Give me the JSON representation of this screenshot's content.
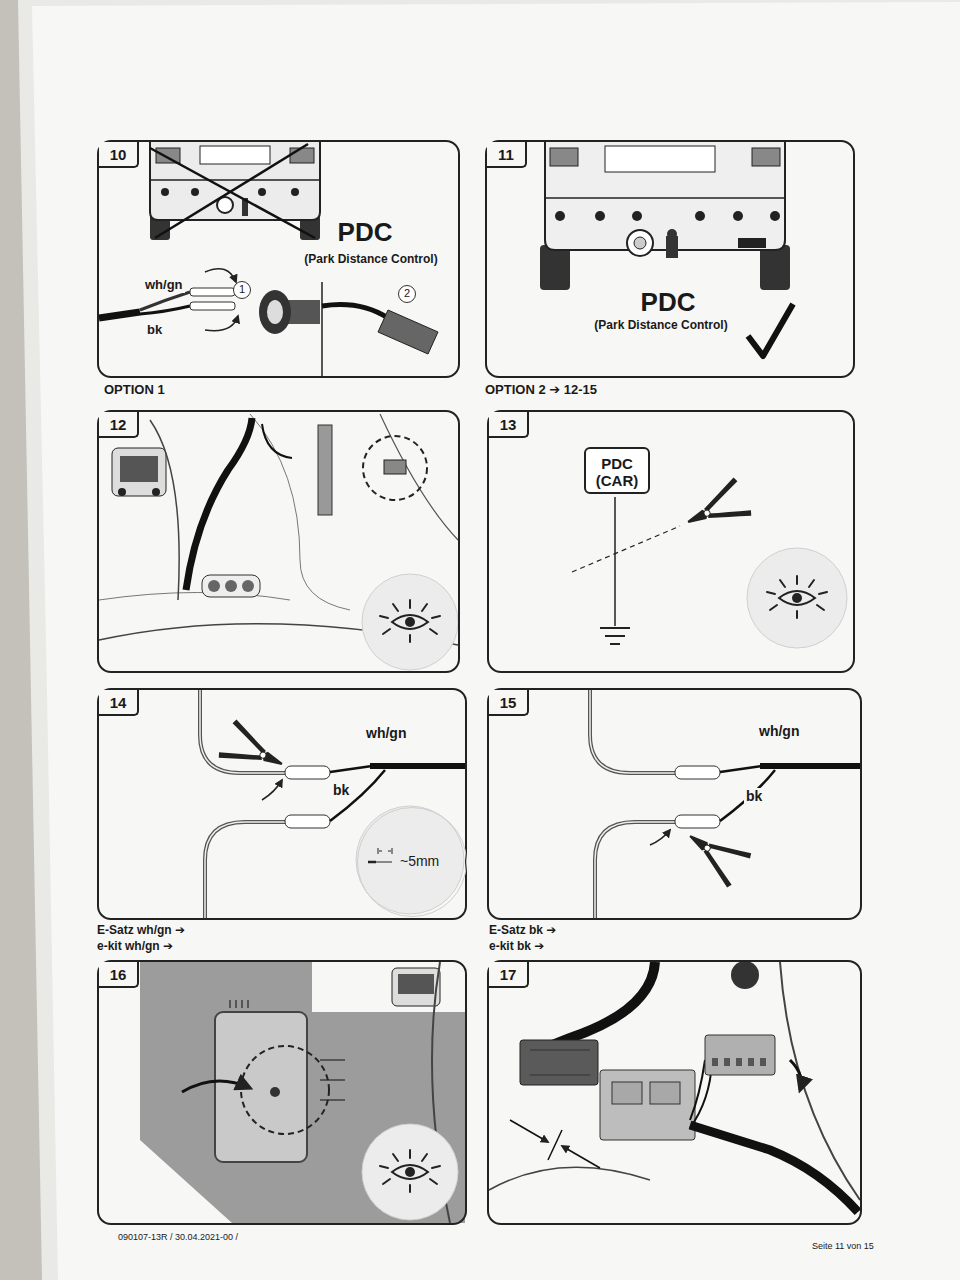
{
  "diagram": {
    "nodes": [
      {
        "text": [
          "10",
          "PDC",
          "(Park Distance Control)",
          "wh/gn",
          "bk"
        ]
      },
      {
        "text": [
          "1"
        ],
        "in": 0
      },
      {
        "text": [
          "2"
        ],
        "in": 0
      },
      {
        "text": [
          "11",
          "PDC",
          "(Park Distance Control)"
        ]
      },
      {
        "text": [
          "12"
        ]
      },
      {
        "text": [
          "13"
        ]
      },
      {
        "text": [
          "PDC (CAR)"
        ],
        "in": 5
      },
      {
        "text": [
          "14",
          "wh/gn",
          "bk"
        ]
      },
      {
        "text": [
          "~5mm"
        ],
        "in": 7
      },
      {
        "text": [
          "15",
          "wh/gn",
          "bk"
        ]
      },
      {
        "text": [
          "16"
        ]
      },
      {
        "text": [
          "17"
        ]
      }
    ],
    "labels": [
      "OPTION 1",
      "OPTION 2 ➔ 12-15",
      "E-Satz wh/gn ➔",
      "e-kit wh/gn ➔",
      "E-Satz bk ➔",
      "e-kit bk ➔",
      "090107-13R / 30.04.2021-00 /",
      "Seite 11 von 15"
    ]
  }
}
